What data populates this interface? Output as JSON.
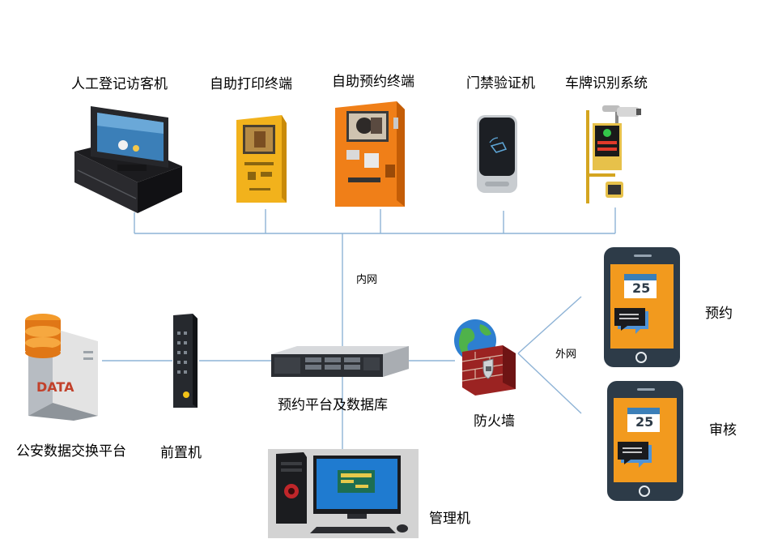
{
  "devices": {
    "manual_visitor_machine": "人工登记访客机",
    "self_print_terminal": "自助打印终端",
    "self_booking_terminal": "自助预约终端",
    "access_control": "门禁验证机",
    "plate_recognition": "车牌识别系统"
  },
  "network": {
    "intranet": "内网",
    "extranet": "外网"
  },
  "nodes": {
    "police_exchange": "公安数据交换平台",
    "front_server": "前置机",
    "platform_db": "预约平台及数据库",
    "firewall": "防火墙",
    "admin_pc": "管理机"
  },
  "mobile": {
    "booking": "预约",
    "review": "审核",
    "calendar_day": "25"
  },
  "db_text": "DATA",
  "colors": {
    "line": "#8eb3d6",
    "orange": "#f29a1e",
    "phone_frame": "#2d3b48",
    "bubble_blue": "#4f93d6"
  }
}
